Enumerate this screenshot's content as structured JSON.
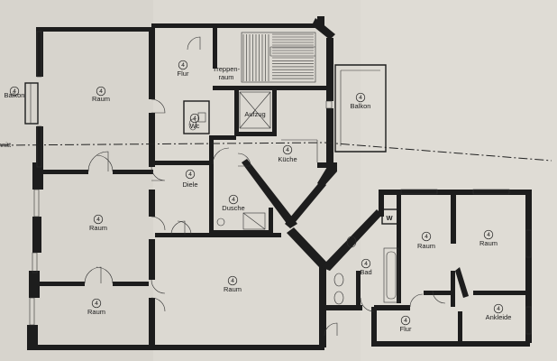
{
  "plan": {
    "section_label": "hnitt",
    "room_number": "4",
    "rooms": [
      {
        "key": "balkon_left",
        "name": "Balkon"
      },
      {
        "key": "raum_top_left",
        "name": "Raum"
      },
      {
        "key": "flur_top",
        "name": "Flur"
      },
      {
        "key": "treppenraum_1",
        "name": "Treppen-"
      },
      {
        "key": "treppenraum_2",
        "name": "raum"
      },
      {
        "key": "wc_small",
        "name": "Wc"
      },
      {
        "key": "aufzug",
        "name": "Aufzug"
      },
      {
        "key": "balkon_right",
        "name": "Balkon"
      },
      {
        "key": "kueche",
        "name": "Küche"
      },
      {
        "key": "diele",
        "name": "Diele"
      },
      {
        "key": "dusche",
        "name": "Dusche"
      },
      {
        "key": "raum_mid_left",
        "name": "Raum"
      },
      {
        "key": "raum_bottom_left",
        "name": "Raum"
      },
      {
        "key": "raum_bottom_center",
        "name": "Raum"
      },
      {
        "key": "w_label",
        "name": "W"
      },
      {
        "key": "raum_right_1",
        "name": "Raum"
      },
      {
        "key": "raum_right_2",
        "name": "Raum"
      },
      {
        "key": "bad",
        "name": "Bad"
      },
      {
        "key": "flur_bottom",
        "name": "Flur"
      },
      {
        "key": "ankleide",
        "name": "Ankleide"
      }
    ]
  }
}
